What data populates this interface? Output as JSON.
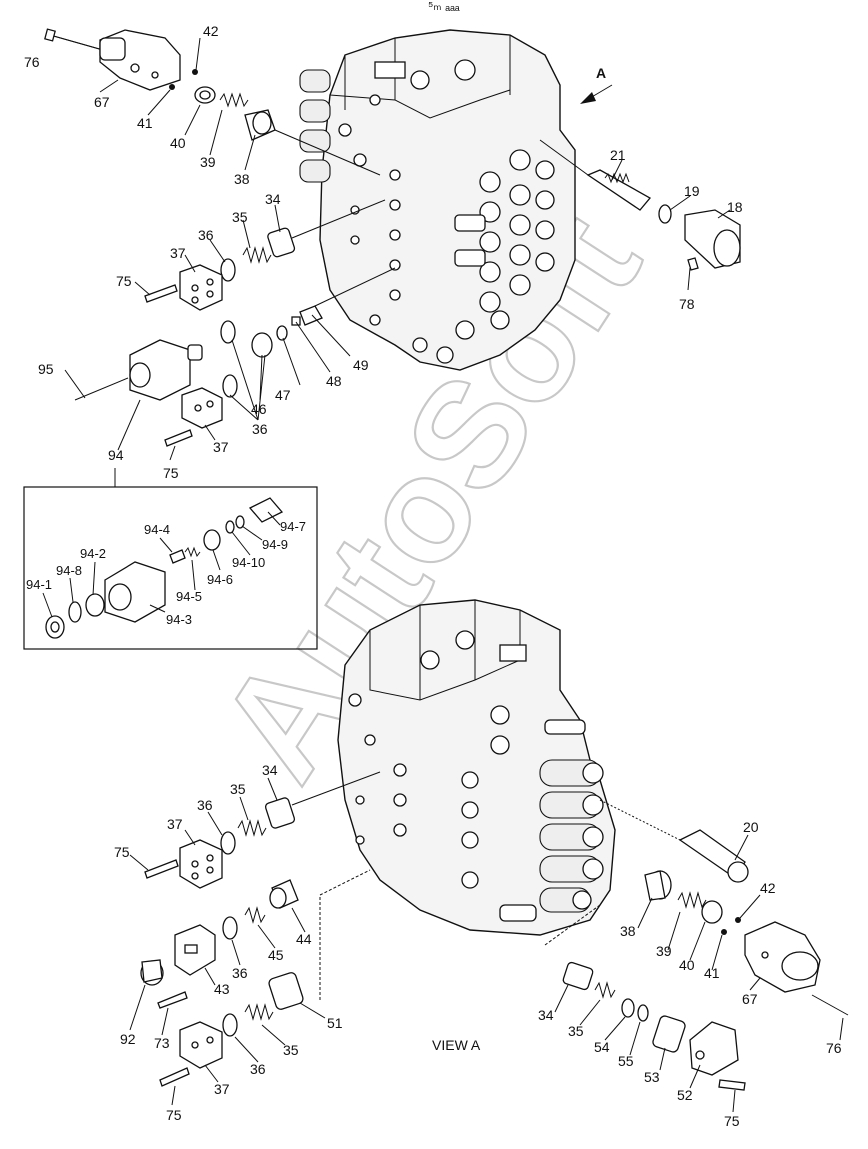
{
  "header_mark": "⁵ₘ ₐₐₐ",
  "watermark": "AutoSoft",
  "view_direction": "A",
  "view_caption": "VIEW  A",
  "labels_upper": {
    "p76": "76",
    "p42": "42",
    "p67": "67",
    "p41": "41",
    "p40": "40",
    "p39": "39",
    "p38": "38",
    "p21": "21",
    "p19": "19",
    "p18": "18",
    "p78": "78",
    "p34": "34",
    "p35": "35",
    "p36a": "36",
    "p37a": "37",
    "p75a": "75",
    "p95": "95",
    "p46": "46",
    "p47": "47",
    "p48": "48",
    "p49": "49",
    "p36b": "36",
    "p94": "94",
    "p37b": "37",
    "p75b": "75"
  },
  "labels_inset": {
    "p94_7": "94-7",
    "p94_9": "94-9",
    "p94_10": "94-10",
    "p94_4": "94-4",
    "p94_2": "94-2",
    "p94_8": "94-8",
    "p94_1": "94-1",
    "p94_5": "94-5",
    "p94_6": "94-6",
    "p94_3": "94-3"
  },
  "labels_lower": {
    "p34": "34",
    "p35": "35",
    "p36a": "36",
    "p37a": "37",
    "p75a": "75",
    "p20": "20",
    "p42": "42",
    "p38": "38",
    "p39": "39",
    "p40": "40",
    "p41": "41",
    "p67": "67",
    "p76": "76",
    "p44": "44",
    "p45": "45",
    "p36b": "36",
    "p43": "43",
    "p92": "92",
    "p73": "73",
    "p51": "51",
    "p35b": "35",
    "p36c": "36",
    "p37b": "37",
    "p75b": "75",
    "p34b": "34",
    "p35c": "35",
    "p54": "54",
    "p55": "55",
    "p53": "53",
    "p52": "52",
    "p75c": "75"
  }
}
